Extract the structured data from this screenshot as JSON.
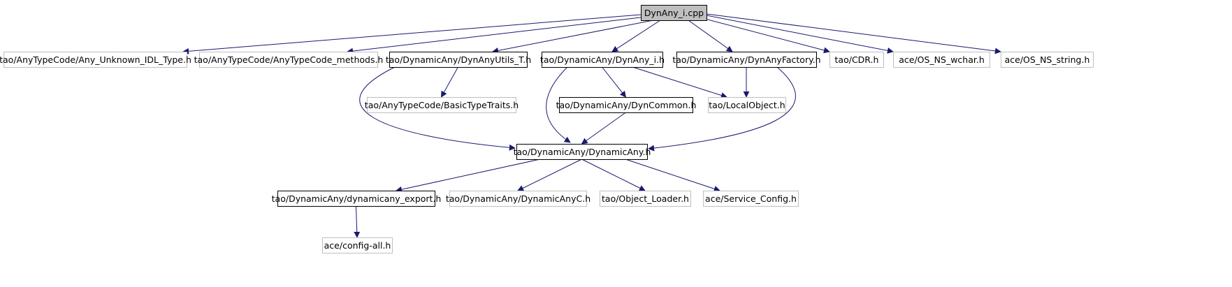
{
  "colors": {
    "background": "#ffffff",
    "edge": "#191970",
    "node_root_fill": "#bfbfbf",
    "node_documented_border": "#000000",
    "node_external_border": "#bfbfbf",
    "text": "#000000"
  },
  "nodes": [
    {
      "id": "root",
      "label": "DynAny_i.cpp",
      "style": "root"
    },
    {
      "id": "any_unknown",
      "label": "tao/AnyTypeCode/Any_Unknown_IDL_Type.h",
      "style": "external"
    },
    {
      "id": "typecode_methods",
      "label": "tao/AnyTypeCode/AnyTypeCode_methods.h",
      "style": "external"
    },
    {
      "id": "dynanyutils",
      "label": "tao/DynamicAny/DynAnyUtils_T.h",
      "style": "documented"
    },
    {
      "id": "dynany_i",
      "label": "tao/DynamicAny/DynAny_i.h",
      "style": "documented"
    },
    {
      "id": "dynanyfactory",
      "label": "tao/DynamicAny/DynAnyFactory.h",
      "style": "documented"
    },
    {
      "id": "cdr",
      "label": "tao/CDR.h",
      "style": "external"
    },
    {
      "id": "wchar",
      "label": "ace/OS_NS_wchar.h",
      "style": "external"
    },
    {
      "id": "string",
      "label": "ace/OS_NS_string.h",
      "style": "external"
    },
    {
      "id": "basictypetraits",
      "label": "tao/AnyTypeCode/BasicTypeTraits.h",
      "style": "external"
    },
    {
      "id": "dyncommon",
      "label": "tao/DynamicAny/DynCommon.h",
      "style": "documented"
    },
    {
      "id": "localobject",
      "label": "tao/LocalObject.h",
      "style": "external"
    },
    {
      "id": "dynamicany",
      "label": "tao/DynamicAny/DynamicAny.h",
      "style": "documented"
    },
    {
      "id": "export",
      "label": "tao/DynamicAny/dynamicany_export.h",
      "style": "documented"
    },
    {
      "id": "dynamicanyc",
      "label": "tao/DynamicAny/DynamicAnyC.h",
      "style": "external"
    },
    {
      "id": "object_loader",
      "label": "tao/Object_Loader.h",
      "style": "external"
    },
    {
      "id": "service_config",
      "label": "ace/Service_Config.h",
      "style": "external"
    },
    {
      "id": "config_all",
      "label": "ace/config-all.h",
      "style": "external"
    }
  ],
  "edges": [
    {
      "from": "root",
      "to": "any_unknown"
    },
    {
      "from": "root",
      "to": "typecode_methods"
    },
    {
      "from": "root",
      "to": "dynanyutils"
    },
    {
      "from": "root",
      "to": "dynany_i"
    },
    {
      "from": "root",
      "to": "dynanyfactory"
    },
    {
      "from": "root",
      "to": "cdr"
    },
    {
      "from": "root",
      "to": "wchar"
    },
    {
      "from": "root",
      "to": "string"
    },
    {
      "from": "dynanyutils",
      "to": "basictypetraits"
    },
    {
      "from": "dynanyutils",
      "to": "dynamicany"
    },
    {
      "from": "dynany_i",
      "to": "dyncommon"
    },
    {
      "from": "dynany_i",
      "to": "localobject"
    },
    {
      "from": "dynany_i",
      "to": "dynamicany"
    },
    {
      "from": "dynanyfactory",
      "to": "localobject"
    },
    {
      "from": "dynanyfactory",
      "to": "dynamicany"
    },
    {
      "from": "dyncommon",
      "to": "dynamicany"
    },
    {
      "from": "dynamicany",
      "to": "export"
    },
    {
      "from": "dynamicany",
      "to": "dynamicanyc"
    },
    {
      "from": "dynamicany",
      "to": "object_loader"
    },
    {
      "from": "dynamicany",
      "to": "service_config"
    },
    {
      "from": "export",
      "to": "config_all"
    }
  ]
}
